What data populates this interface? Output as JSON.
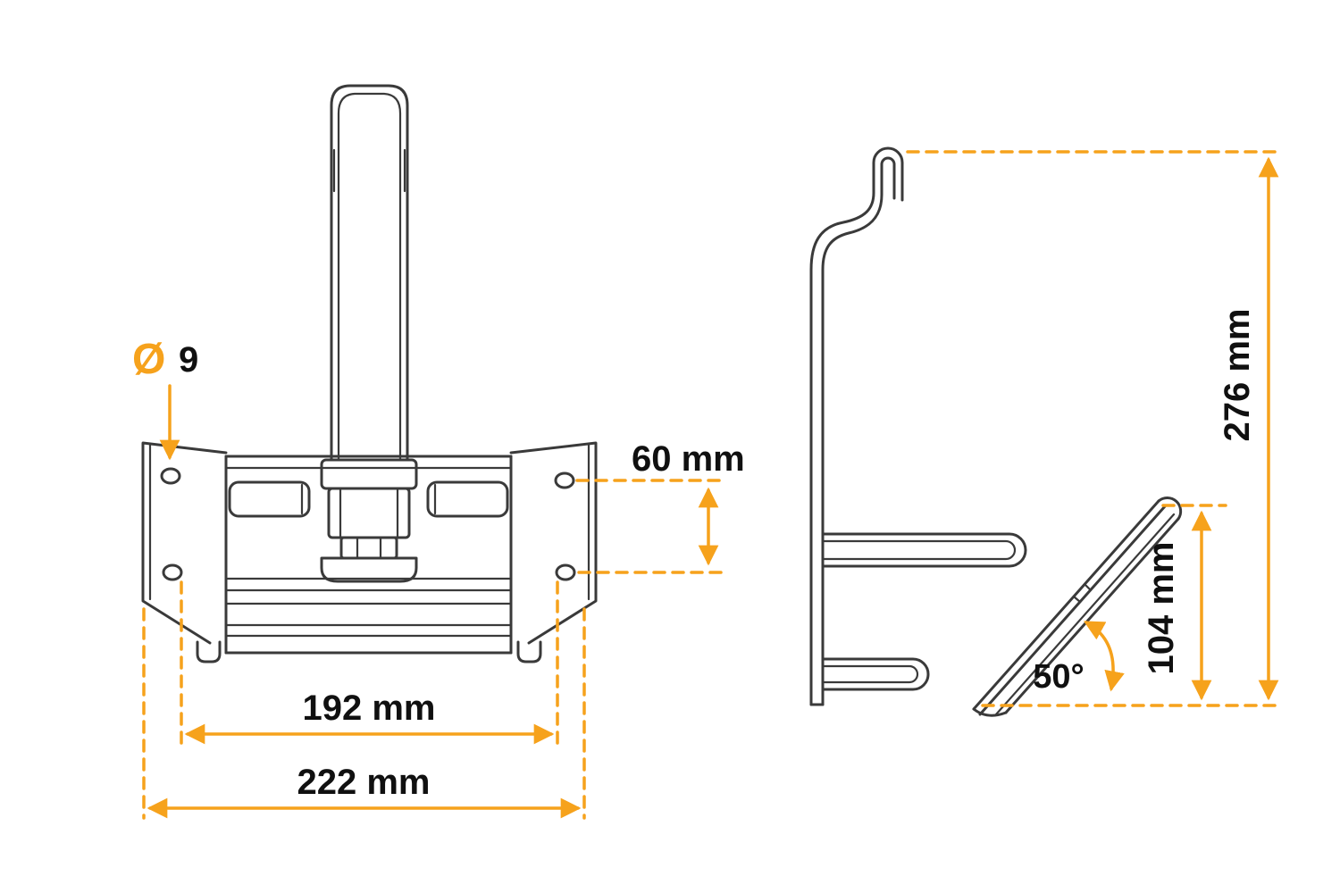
{
  "colors": {
    "accent": "#F6A21C",
    "line": "#3A3A3A",
    "ink": "#101010",
    "background": "#FFFFFF"
  },
  "front_view": {
    "dimensions": {
      "hole_diameter_symbol": "Ø",
      "hole_diameter_value": "9",
      "hole_spacing": "60 mm",
      "inner_width": "192 mm",
      "overall_width": "222 mm"
    }
  },
  "side_view": {
    "dimensions": {
      "overall_height": "276 mm",
      "rail_height": "104 mm",
      "rail_angle": "50°"
    }
  }
}
